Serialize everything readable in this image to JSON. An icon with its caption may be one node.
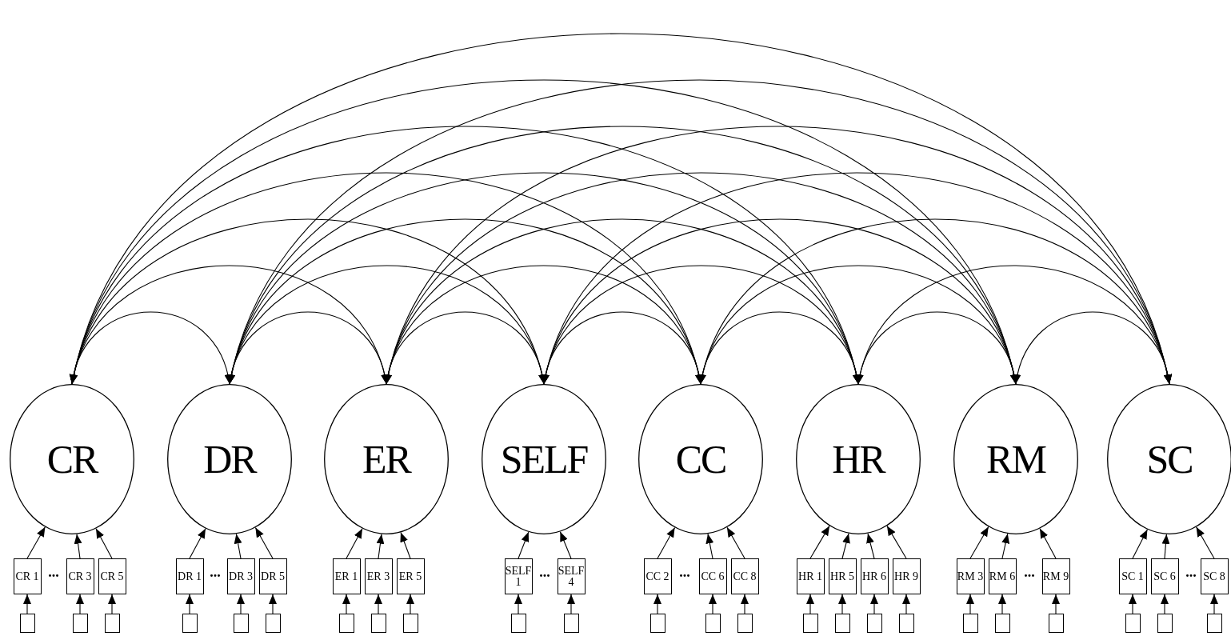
{
  "diagram": {
    "nodes": [
      {
        "text": [
          "CR"
        ]
      },
      {
        "text": [
          "DR"
        ]
      },
      {
        "text": [
          "ER"
        ]
      },
      {
        "text": [
          "SELF"
        ]
      },
      {
        "text": [
          "CC"
        ]
      },
      {
        "text": [
          "HR"
        ]
      },
      {
        "text": [
          "RM"
        ]
      },
      {
        "text": [
          "SC"
        ]
      },
      {
        "text": [
          "CR 1"
        ]
      },
      {
        "text": [
          "CR 3"
        ]
      },
      {
        "text": [
          "CR 5"
        ]
      },
      {
        "text": [
          "DR 1"
        ]
      },
      {
        "text": [
          "DR 3"
        ]
      },
      {
        "text": [
          "DR 5"
        ]
      },
      {
        "text": [
          "ER 1"
        ]
      },
      {
        "text": [
          "ER 3"
        ]
      },
      {
        "text": [
          "ER 5"
        ]
      },
      {
        "text": [
          "SELF 1"
        ]
      },
      {
        "text": [
          "SELF 4"
        ]
      },
      {
        "text": [
          "CC 2"
        ]
      },
      {
        "text": [
          "CC 6"
        ]
      },
      {
        "text": [
          "CC 8"
        ]
      },
      {
        "text": [
          "HR 1"
        ]
      },
      {
        "text": [
          "HR 5"
        ]
      },
      {
        "text": [
          "HR 6"
        ]
      },
      {
        "text": [
          "HR 9"
        ]
      },
      {
        "text": [
          "RM 3"
        ]
      },
      {
        "text": [
          "RM 6"
        ]
      },
      {
        "text": [
          "RM 9"
        ]
      },
      {
        "text": [
          "SC 1"
        ]
      },
      {
        "text": [
          "SC 6"
        ]
      },
      {
        "text": [
          "SC 8"
        ]
      },
      {
        "text": [],
        "shape": "box"
      },
      {
        "text": [],
        "shape": "box"
      },
      {
        "text": [],
        "shape": "box"
      },
      {
        "text": [],
        "shape": "box"
      },
      {
        "text": [],
        "shape": "box"
      },
      {
        "text": [],
        "shape": "box"
      },
      {
        "text": [],
        "shape": "box"
      },
      {
        "text": [],
        "shape": "box"
      },
      {
        "text": [],
        "shape": "box"
      },
      {
        "text": [],
        "shape": "box"
      },
      {
        "text": [],
        "shape": "box"
      },
      {
        "text": [],
        "shape": "box"
      },
      {
        "text": [],
        "shape": "box"
      },
      {
        "text": [],
        "shape": "box"
      },
      {
        "text": [],
        "shape": "box"
      },
      {
        "text": [],
        "shape": "box"
      },
      {
        "text": [],
        "shape": "box"
      },
      {
        "text": [],
        "shape": "box"
      },
      {
        "text": [],
        "shape": "box"
      },
      {
        "text": [],
        "shape": "box"
      },
      {
        "text": [],
        "shape": "box"
      },
      {
        "text": [],
        "shape": "box"
      },
      {
        "text": [],
        "shape": "box"
      },
      {
        "text": [],
        "shape": "box"
      }
    ],
    "edges": [
      {
        "from": 0,
        "to": 1,
        "arrow": "both"
      },
      {
        "from": 0,
        "to": 2,
        "arrow": "both"
      },
      {
        "from": 0,
        "to": 3,
        "arrow": "both"
      },
      {
        "from": 0,
        "to": 4,
        "arrow": "both"
      },
      {
        "from": 0,
        "to": 5,
        "arrow": "both"
      },
      {
        "from": 0,
        "to": 6,
        "arrow": "both"
      },
      {
        "from": 0,
        "to": 7,
        "arrow": "both"
      },
      {
        "from": 1,
        "to": 2,
        "arrow": "both"
      },
      {
        "from": 1,
        "to": 3,
        "arrow": "both"
      },
      {
        "from": 1,
        "to": 4,
        "arrow": "both"
      },
      {
        "from": 1,
        "to": 5,
        "arrow": "both"
      },
      {
        "from": 1,
        "to": 6,
        "arrow": "both"
      },
      {
        "from": 1,
        "to": 7,
        "arrow": "both"
      },
      {
        "from": 2,
        "to": 3,
        "arrow": "both"
      },
      {
        "from": 2,
        "to": 4,
        "arrow": "both"
      },
      {
        "from": 2,
        "to": 5,
        "arrow": "both"
      },
      {
        "from": 2,
        "to": 6,
        "arrow": "both"
      },
      {
        "from": 2,
        "to": 7,
        "arrow": "both"
      },
      {
        "from": 3,
        "to": 4,
        "arrow": "both"
      },
      {
        "from": 3,
        "to": 5,
        "arrow": "both"
      },
      {
        "from": 3,
        "to": 6,
        "arrow": "both"
      },
      {
        "from": 3,
        "to": 7,
        "arrow": "both"
      },
      {
        "from": 4,
        "to": 5,
        "arrow": "both"
      },
      {
        "from": 4,
        "to": 6,
        "arrow": "both"
      },
      {
        "from": 4,
        "to": 7,
        "arrow": "both"
      },
      {
        "from": 5,
        "to": 6,
        "arrow": "both"
      },
      {
        "from": 5,
        "to": 7,
        "arrow": "both"
      },
      {
        "from": 6,
        "to": 7,
        "arrow": "both"
      },
      {
        "from": 8,
        "to": 0,
        "arrow": "to"
      },
      {
        "from": 9,
        "to": 0,
        "arrow": "to"
      },
      {
        "from": 10,
        "to": 0,
        "arrow": "to"
      },
      {
        "from": 11,
        "to": 1,
        "arrow": "to"
      },
      {
        "from": 12,
        "to": 1,
        "arrow": "to"
      },
      {
        "from": 13,
        "to": 1,
        "arrow": "to"
      },
      {
        "from": 14,
        "to": 2,
        "arrow": "to"
      },
      {
        "from": 15,
        "to": 2,
        "arrow": "to"
      },
      {
        "from": 16,
        "to": 2,
        "arrow": "to"
      },
      {
        "from": 17,
        "to": 3,
        "arrow": "to"
      },
      {
        "from": 18,
        "to": 3,
        "arrow": "to"
      },
      {
        "from": 19,
        "to": 4,
        "arrow": "to"
      },
      {
        "from": 20,
        "to": 4,
        "arrow": "to"
      },
      {
        "from": 21,
        "to": 4,
        "arrow": "to"
      },
      {
        "from": 22,
        "to": 5,
        "arrow": "to"
      },
      {
        "from": 23,
        "to": 5,
        "arrow": "to"
      },
      {
        "from": 24,
        "to": 5,
        "arrow": "to"
      },
      {
        "from": 25,
        "to": 5,
        "arrow": "to"
      },
      {
        "from": 26,
        "to": 6,
        "arrow": "to"
      },
      {
        "from": 27,
        "to": 6,
        "arrow": "to"
      },
      {
        "from": 28,
        "to": 6,
        "arrow": "to"
      },
      {
        "from": 29,
        "to": 7,
        "arrow": "to"
      },
      {
        "from": 30,
        "to": 7,
        "arrow": "to"
      },
      {
        "from": 31,
        "to": 7,
        "arrow": "to"
      },
      {
        "from": 32,
        "to": 8,
        "arrow": "to"
      },
      {
        "from": 33,
        "to": 9,
        "arrow": "to"
      },
      {
        "from": 34,
        "to": 10,
        "arrow": "to"
      },
      {
        "from": 35,
        "to": 11,
        "arrow": "to"
      },
      {
        "from": 36,
        "to": 12,
        "arrow": "to"
      },
      {
        "from": 37,
        "to": 13,
        "arrow": "to"
      },
      {
        "from": 38,
        "to": 14,
        "arrow": "to"
      },
      {
        "from": 39,
        "to": 15,
        "arrow": "to"
      },
      {
        "from": 40,
        "to": 16,
        "arrow": "to"
      },
      {
        "from": 41,
        "to": 17,
        "arrow": "to"
      },
      {
        "from": 42,
        "to": 18,
        "arrow": "to"
      },
      {
        "from": 43,
        "to": 19,
        "arrow": "to"
      },
      {
        "from": 44,
        "to": 20,
        "arrow": "to"
      },
      {
        "from": 45,
        "to": 21,
        "arrow": "to"
      },
      {
        "from": 46,
        "to": 22,
        "arrow": "to"
      },
      {
        "from": 47,
        "to": 23,
        "arrow": "to"
      },
      {
        "from": 48,
        "to": 24,
        "arrow": "to"
      },
      {
        "from": 49,
        "to": 25,
        "arrow": "to"
      },
      {
        "from": 50,
        "to": 26,
        "arrow": "to"
      },
      {
        "from": 51,
        "to": 27,
        "arrow": "to"
      },
      {
        "from": 52,
        "to": 28,
        "arrow": "to"
      },
      {
        "from": 53,
        "to": 29,
        "arrow": "to"
      },
      {
        "from": 54,
        "to": 30,
        "arrow": "to"
      },
      {
        "from": 55,
        "to": 31,
        "arrow": "to"
      }
    ],
    "labels": [
      "...",
      "...",
      "...",
      "...",
      "...",
      "..."
    ]
  }
}
